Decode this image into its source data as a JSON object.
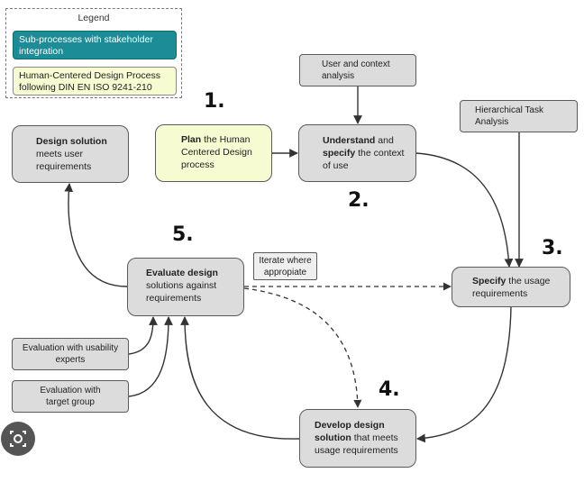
{
  "legend": {
    "title": "Legend",
    "items": [
      {
        "label": "Sub-processes with stakeholder integration",
        "color": "#1c8c97"
      },
      {
        "label": "Human-Centered Design Process following DIN EN ISO 9241-210",
        "color": "#f6fbd2"
      }
    ]
  },
  "steps": {
    "n1": "1.",
    "n2": "2.",
    "n3": "3.",
    "n4": "4.",
    "n5": "5."
  },
  "nodes": {
    "plan": {
      "bold": "Plan",
      "rest": " the Human Centered Design process"
    },
    "understand": {
      "bold1": "Understand",
      "mid": " and ",
      "bold2": "specify",
      "rest": " the context of use"
    },
    "specify": {
      "bold": "Specify",
      "rest": " the usage requirements"
    },
    "develop": {
      "bold": "Develop design solution",
      "rest": " that meets usage requirements"
    },
    "evaluate": {
      "bold": "Evaluate design",
      "rest": " solutions against requirements"
    },
    "design": {
      "bold": "Design solution",
      "rest": " meets user requirements"
    }
  },
  "subprocesses": {
    "user_context": "User and context analysis",
    "hta": "Hierarchical Task Analysis",
    "usability_experts": "Evaluation with usability experts",
    "target_group": "Evaluation with target group"
  },
  "iterate_label": "Iterate where appropiate",
  "colors": {
    "box_grey": "#dcdcdc",
    "plan_yellow": "#f6fbd2",
    "legend_teal": "#1c8c97",
    "line": "#333333"
  },
  "icons": {
    "lens": "lens-search-icon"
  }
}
